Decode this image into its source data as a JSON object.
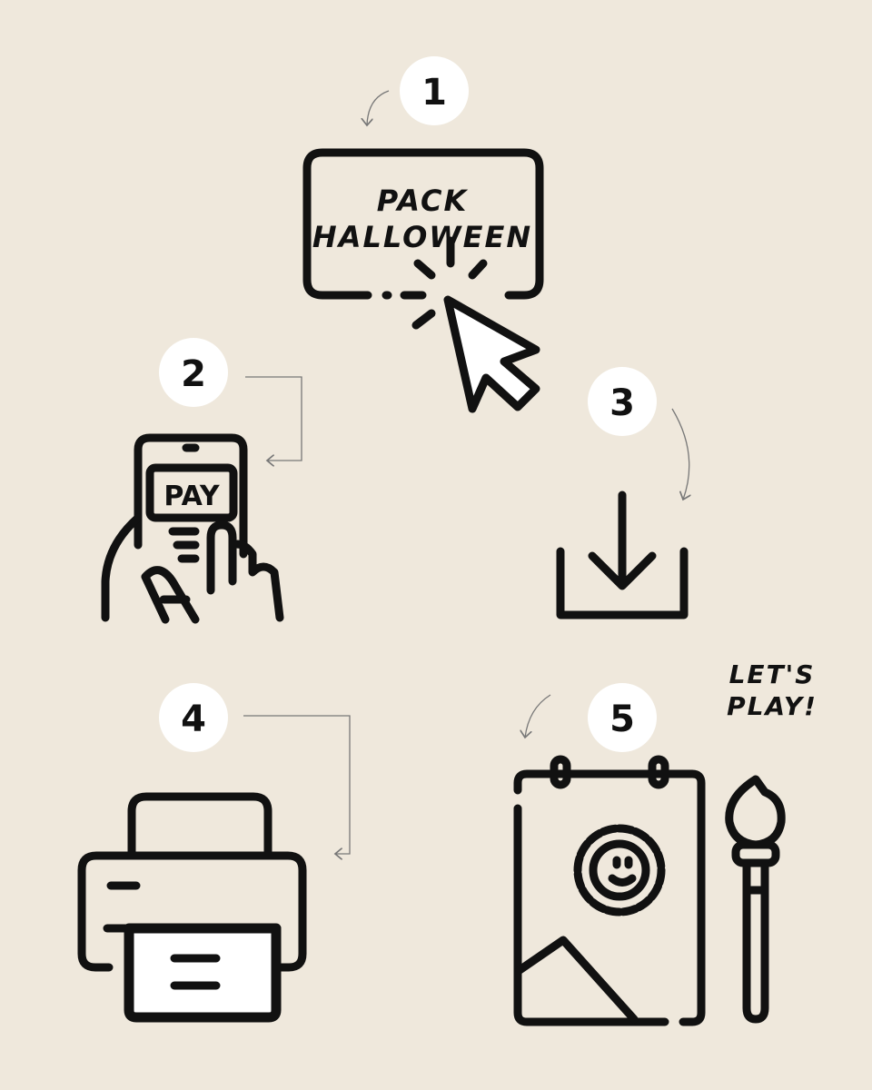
{
  "steps": [
    {
      "number": "1",
      "label": "PACK",
      "label2": "HALLOWEEN"
    },
    {
      "number": "2",
      "label": "PAY"
    },
    {
      "number": "3"
    },
    {
      "number": "4"
    },
    {
      "number": "5",
      "label": "LET'S",
      "label2": "PLAY!"
    }
  ],
  "colors": {
    "background": "#efe8dc",
    "ink": "#111111",
    "badge": "#ffffff"
  }
}
